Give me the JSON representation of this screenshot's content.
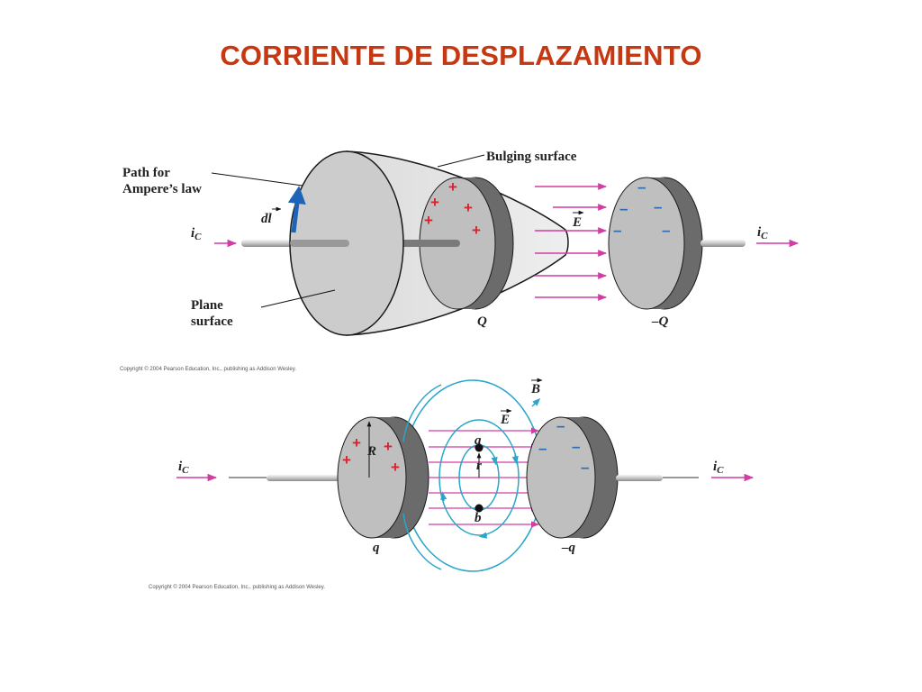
{
  "title": "CORRIENTE DE DESPLAZAMIENTO",
  "colors": {
    "title": "#c63812",
    "field_lines": "#d23ca4",
    "magnetic_field": "#2aa6c8",
    "plate_face": "#bfbfbf",
    "plate_edge": "#6b6b6b",
    "positive_charge": "#d8242c",
    "negative_charge": "#2d6db3"
  },
  "top_diagram": {
    "label_path": [
      "Path for",
      "Ampere’s law"
    ],
    "label_bulging": "Bulging surface",
    "label_plane": [
      "Plane",
      "surface"
    ],
    "label_dl": "dl",
    "label_e": "E",
    "label_ic_left": "i",
    "label_ic_left_sub": "C",
    "label_ic_right": "i",
    "label_ic_right_sub": "C",
    "label_q_pos": "Q",
    "label_q_neg": "–Q",
    "plus_sign": "+",
    "minus_sign": "–",
    "copyright": "Copyright © 2004 Pearson Education, Inc., publishing as Addison Wesley."
  },
  "bottom_diagram": {
    "label_b": "B",
    "label_e": "E",
    "label_a": "a",
    "label_b_point": "b",
    "label_r": "r",
    "label_R": "R",
    "label_ic_left": "i",
    "label_ic_left_sub": "C",
    "label_ic_right": "i",
    "label_ic_right_sub": "C",
    "label_q_pos": "q",
    "label_q_neg": "–q",
    "plus_sign": "+",
    "minus_sign": "–",
    "copyright": "Copyright © 2004 Pearson Education, Inc., publishing as Addison Wesley."
  }
}
